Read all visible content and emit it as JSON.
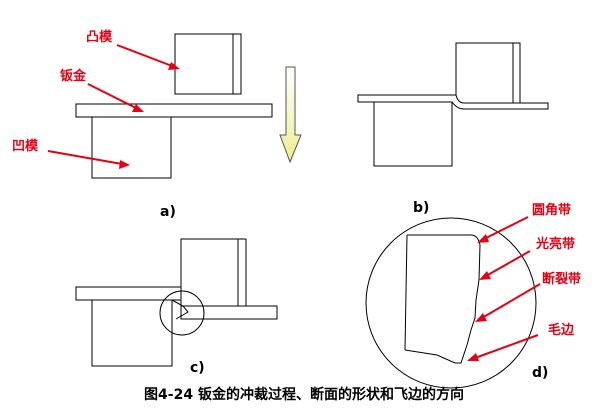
{
  "labels": {
    "punch": "凸模",
    "sheet": "钣金",
    "die": "凹模",
    "rounded_zone": "圆角带",
    "burnished_zone": "光亮带",
    "fracture_zone": "断裂带",
    "burr": "毛边"
  },
  "panels": {
    "a": "a)",
    "b": "b)",
    "c": "c)",
    "d": "d)"
  },
  "caption": "图4-24 钣金的冲裁过程、断面的形状和飞边的方向",
  "colors": {
    "label_red": "#e60012",
    "press_arrow_fill": "#f3f3a8"
  }
}
